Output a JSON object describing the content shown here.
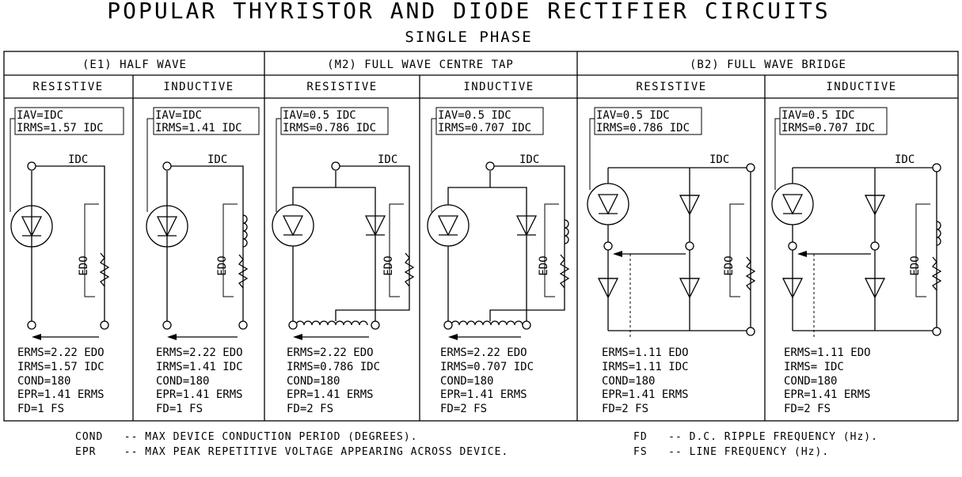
{
  "title": "POPULAR THYRISTOR AND DIODE RECTIFIER CIRCUITS",
  "subtitle": "SINGLE PHASE",
  "groups": [
    {
      "label": "(E1) HALF WAVE"
    },
    {
      "label": "(M2) FULL WAVE CENTRE TAP"
    },
    {
      "label": "(B2) FULL WAVE BRIDGE"
    }
  ],
  "panels": [
    {
      "load": "RESISTIVE",
      "iav": "IAV=IDC",
      "irms_box": "IRMS=1.57 IDC",
      "idc": "IDC",
      "edo": "EDO",
      "formulas": [
        "ERMS=2.22 EDO",
        "IRMS=1.57 IDC",
        "COND=180",
        "EPR=1.41 ERMS",
        "FD=1 FS"
      ]
    },
    {
      "load": "INDUCTIVE",
      "iav": "IAV=IDC",
      "irms_box": "IRMS=1.41 IDC",
      "idc": "IDC",
      "edo": "EDO",
      "formulas": [
        "ERMS=2.22 EDO",
        "IRMS=1.41 IDC",
        "COND=180",
        "EPR=1.41 ERMS",
        "FD=1 FS"
      ]
    },
    {
      "load": "RESISTIVE",
      "iav": "IAV=0.5 IDC",
      "irms_box": "IRMS=0.786 IDC",
      "idc": "IDC",
      "edo": "EDO",
      "formulas": [
        "ERMS=2.22 EDO",
        "IRMS=0.786 IDC",
        "COND=180",
        "EPR=1.41 ERMS",
        "FD=2 FS"
      ]
    },
    {
      "load": "INDUCTIVE",
      "iav": "IAV=0.5 IDC",
      "irms_box": "IRMS=0.707 IDC",
      "idc": "IDC",
      "edo": "EDO",
      "formulas": [
        "ERMS=2.22 EDO",
        "IRMS=0.707 IDC",
        "COND=180",
        "EPR=1.41 ERMS",
        "FD=2 FS"
      ]
    },
    {
      "load": "RESISTIVE",
      "iav": "IAV=0.5 IDC",
      "irms_box": "IRMS=0.786 IDC",
      "idc": "IDC",
      "edo": "EDO",
      "formulas": [
        "ERMS=1.11 EDO",
        "IRMS=1.11 IDC",
        "COND=180",
        "EPR=1.41 ERMS",
        "FD=2 FS"
      ]
    },
    {
      "load": "INDUCTIVE",
      "iav": "IAV=0.5 IDC",
      "irms_box": "IRMS=0.707 IDC",
      "idc": "IDC",
      "edo": "EDO",
      "formulas": [
        "ERMS=1.11 EDO",
        "IRMS= IDC",
        "COND=180",
        "EPR=1.41 ERMS",
        "FD=2 FS"
      ]
    }
  ],
  "notes": {
    "cond": "COND   -- MAX DEVICE CONDUCTION PERIOD (DEGREES).",
    "epr": "EPR    -- MAX PEAK REPETITIVE VOLTAGE APPEARING ACROSS DEVICE.",
    "fd": "FD   -- D.C. RIPPLE FREQUENCY (Hz).",
    "fs": "FS   -- LINE FREQUENCY (Hz)."
  }
}
